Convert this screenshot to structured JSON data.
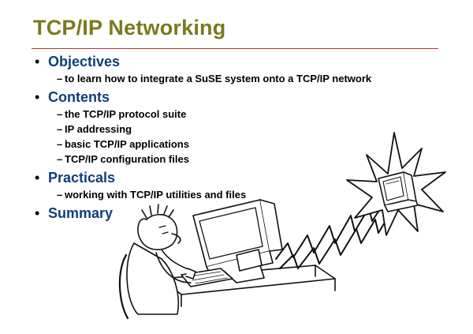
{
  "slide": {
    "title": "TCP/IP Networking",
    "title_color": "#7a7a1e",
    "heading_color": "#0f3f7a",
    "rule_color": "#b23a3a"
  },
  "bullets": [
    {
      "label": "Objectives",
      "items": [
        "to learn how to integrate a SuSE system onto a TCP/IP network"
      ]
    },
    {
      "label": "Contents",
      "items": [
        "the TCP/IP protocol suite",
        "IP addressing",
        "basic TCP/IP applications",
        "TCP/IP configuration files"
      ]
    },
    {
      "label": "Practicals",
      "items": [
        "working with TCP/IP utilities and files"
      ]
    },
    {
      "label": "Summary",
      "items": []
    }
  ],
  "illustration": {
    "description_icon": "frustrated-user-computer-network-illustration"
  }
}
